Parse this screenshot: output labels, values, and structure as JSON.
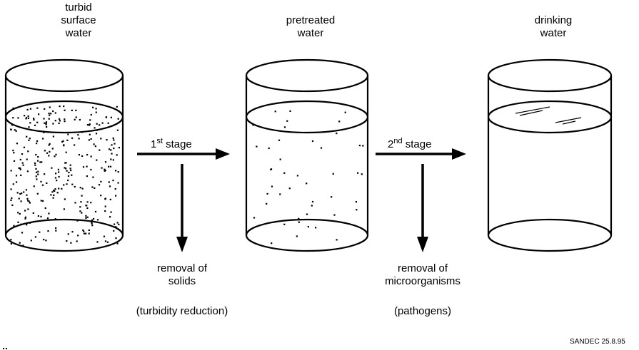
{
  "containers": [
    {
      "label_lines": [
        "turbid",
        "surface",
        "water"
      ],
      "particles": "dense"
    },
    {
      "label_lines": [
        "pretreated",
        "water"
      ],
      "particles": "sparse"
    },
    {
      "label_lines": [
        "drinking",
        "water"
      ],
      "particles": "none"
    }
  ],
  "stages": [
    {
      "number": "1",
      "suffix": "st",
      "word": "stage",
      "removal_lines": [
        "removal of",
        "solids"
      ],
      "note": "(turbidity reduction)"
    },
    {
      "number": "2",
      "suffix": "nd",
      "word": "stage",
      "removal_lines": [
        "removal of",
        "microorganisms"
      ],
      "note": "(pathogens)"
    }
  ],
  "credit": "SANDEC 25.8.95"
}
